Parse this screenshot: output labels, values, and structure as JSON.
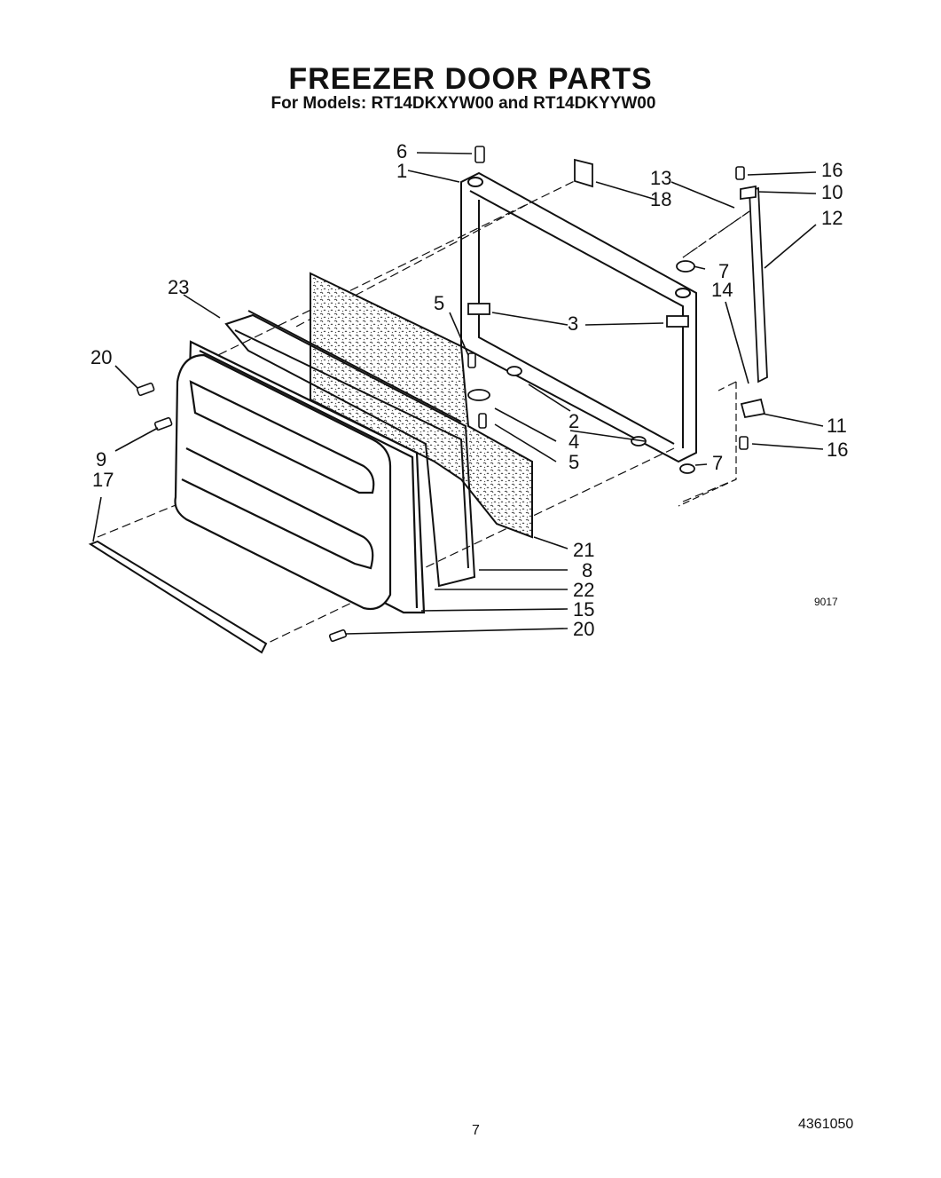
{
  "header": {
    "title": "FREEZER DOOR PARTS",
    "subtitle": "For Models: RT14DKXYW00 and RT14DKYYW00"
  },
  "diagram": {
    "image_code": "9017",
    "callouts": {
      "c1": "1",
      "c2": "2",
      "c3": "3",
      "c4": "4",
      "c5a": "5",
      "c5b": "5",
      "c6": "6",
      "c7a": "7",
      "c7b": "7",
      "c8": "8",
      "c9": "9",
      "c10": "10",
      "c11": "11",
      "c12": "12",
      "c13": "13",
      "c14": "14",
      "c15": "15",
      "c16a": "16",
      "c16b": "16",
      "c17": "17",
      "c18": "18",
      "c20a": "20",
      "c20b": "20",
      "c21": "21",
      "c22": "22",
      "c23": "23"
    }
  },
  "footer": {
    "page_number": "7",
    "document_code": "4361050"
  }
}
